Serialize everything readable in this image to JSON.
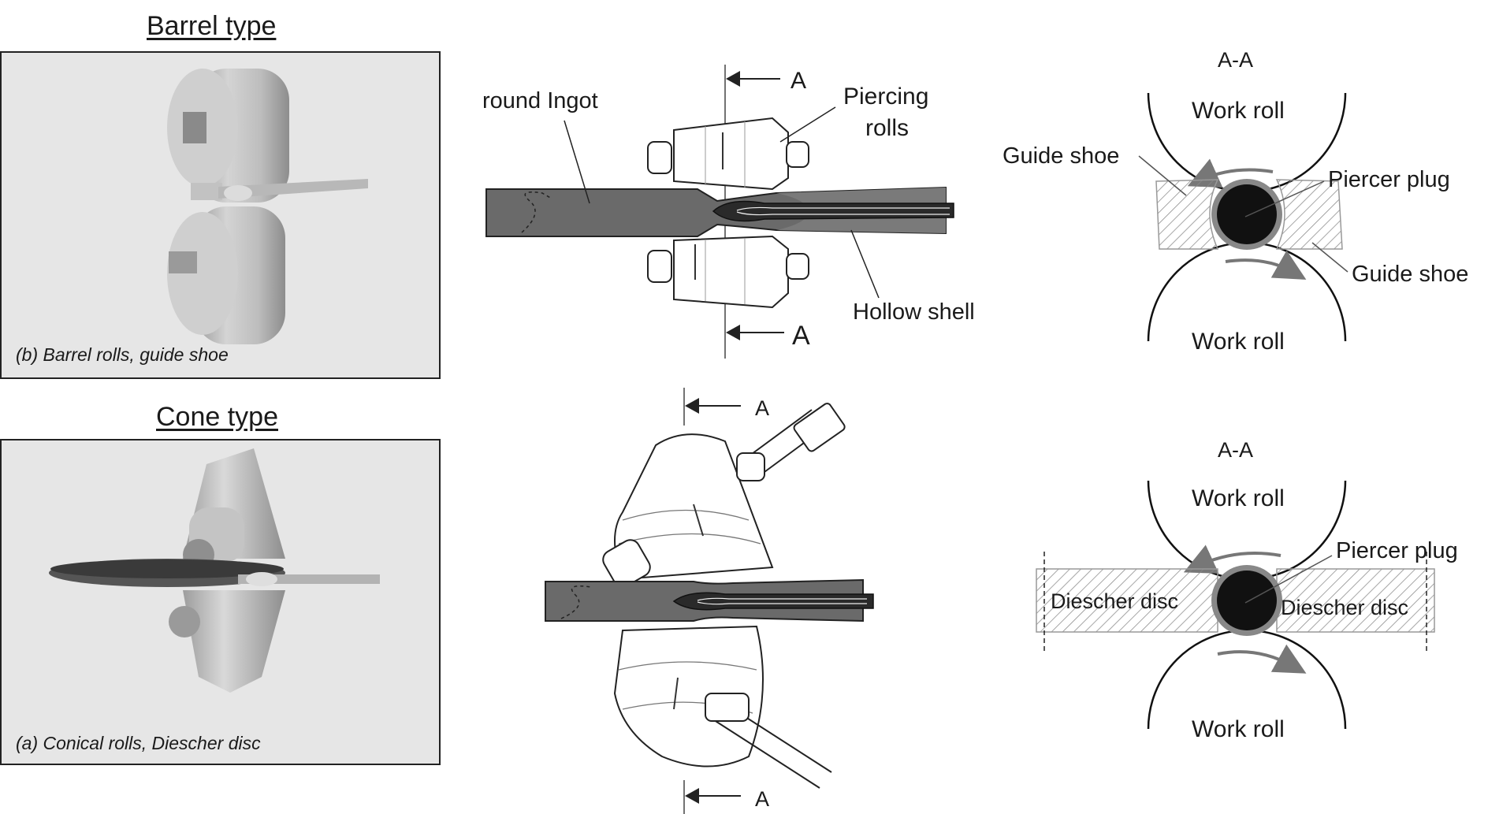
{
  "barrel": {
    "title": "Barrel type",
    "caption": "(b) Barrel rolls, guide shoe",
    "section_top": "A",
    "section_bottom": "A",
    "round_ingot": "round Ingot",
    "piercing_rolls_1": "Piercing",
    "piercing_rolls_2": "rolls",
    "hollow_shell": "Hollow shell",
    "aa": "A-A",
    "work_roll_top": "Work roll",
    "work_roll_bottom": "Work roll",
    "guide_shoe_left": "Guide shoe",
    "guide_shoe_right": "Guide shoe",
    "piercer_plug": "Piercer plug"
  },
  "cone": {
    "title": "Cone type",
    "caption": "(a) Conical rolls, Diescher disc",
    "section_top": "A",
    "section_bottom": "A",
    "aa": "A-A",
    "work_roll_top": "Work roll",
    "work_roll_bottom": "Work roll",
    "piercer_plug": "Piercer plug",
    "diescher_left": "Diescher disc",
    "diescher_right": "Diescher disc"
  }
}
